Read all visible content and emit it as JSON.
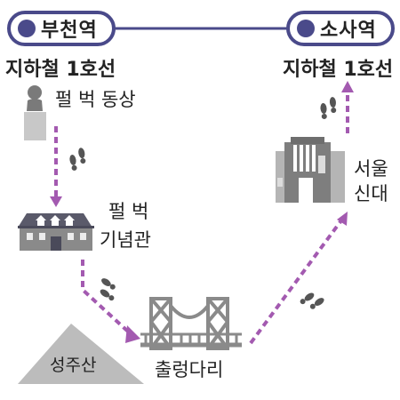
{
  "stations": [
    {
      "name": "부천역",
      "line": "지하철 1호선"
    },
    {
      "name": "소사역",
      "line": "지하철 1호선"
    }
  ],
  "places": {
    "statue": "펄 벅 동상",
    "memorial_line1": "펄 벅",
    "memorial_line2": "기념관",
    "mountain": "성주산",
    "bridge": "출렁다리",
    "university_line1": "서울",
    "university_line2": "신대"
  },
  "colors": {
    "line": "#4a4a8a",
    "route": "#a35ab0",
    "building": "#8a8a8a",
    "mountain": "#bcbcbc",
    "footprint": "#555555"
  }
}
